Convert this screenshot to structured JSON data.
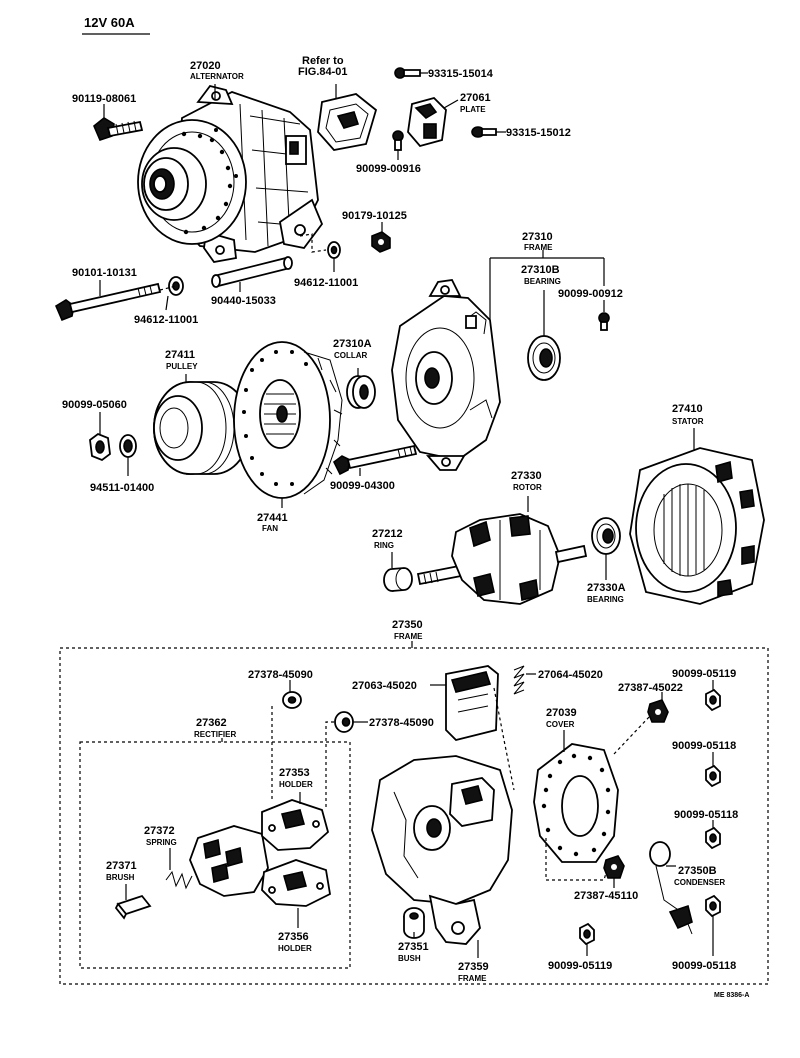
{
  "header": {
    "spec": "12V 60A"
  },
  "reference": {
    "line1": "Refer to",
    "line2": "FIG.84-01"
  },
  "parts": {
    "alternator": {
      "num": "27020",
      "name": "ALTERNATOR"
    },
    "plate": {
      "num": "27061",
      "name": "PLATE"
    },
    "bolt_90119": {
      "num": "90119-08061"
    },
    "screw_93315_15014": {
      "num": "93315-15014"
    },
    "screw_93315_15012": {
      "num": "93315-15012"
    },
    "screw_90099_00916": {
      "num": "90099-00916"
    },
    "nut_90179": {
      "num": "90179-10125"
    },
    "bolt_90101": {
      "num": "90101-10131"
    },
    "washer_94612_a": {
      "num": "94612-11001"
    },
    "washer_94612_b": {
      "num": "94612-11001"
    },
    "collar_90440": {
      "num": "90440-15033"
    },
    "frame_27310": {
      "num": "27310",
      "name": "FRAME"
    },
    "bearing_27310b": {
      "num": "27310B",
      "name": "BEARING"
    },
    "screw_90099_00912": {
      "num": "90099-00912"
    },
    "pulley": {
      "num": "27411",
      "name": "PULLEY"
    },
    "collar_27310a": {
      "num": "27310A",
      "name": "COLLAR"
    },
    "nut_90099_05060": {
      "num": "90099-05060"
    },
    "washer_94511": {
      "num": "94511-01400"
    },
    "fan": {
      "num": "27441",
      "name": "FAN"
    },
    "bolt_90099_04300": {
      "num": "90099-04300"
    },
    "stator": {
      "num": "27410",
      "name": "STATOR"
    },
    "rotor": {
      "num": "27330",
      "name": "ROTOR"
    },
    "ring": {
      "num": "27212",
      "name": "RING"
    },
    "bearing_27330a": {
      "num": "27330A",
      "name": "BEARING"
    },
    "frame_27350": {
      "num": "27350",
      "name": "FRAME"
    },
    "insulator_27378_a": {
      "num": "27378-45090"
    },
    "insulator_27378_b": {
      "num": "27378-45090"
    },
    "part_27063": {
      "num": "27063-45020"
    },
    "part_27064": {
      "num": "27064-45020"
    },
    "part_27387_45022": {
      "num": "27387-45022"
    },
    "nut_05119_a": {
      "num": "90099-05119"
    },
    "rectifier": {
      "num": "27362",
      "name": "RECTIFIER"
    },
    "cover": {
      "num": "27039",
      "name": "COVER"
    },
    "nut_05118_a": {
      "num": "90099-05118"
    },
    "holder_27353": {
      "num": "27353",
      "name": "HOLDER"
    },
    "spring": {
      "num": "27372",
      "name": "SPRING"
    },
    "brush": {
      "num": "27371",
      "name": "BRUSH"
    },
    "nut_05118_b": {
      "num": "90099-05118"
    },
    "condenser": {
      "num": "27350B",
      "name": "CONDENSER"
    },
    "part_27387_45110": {
      "num": "27387-45110"
    },
    "holder_27356": {
      "num": "27356",
      "name": "HOLDER"
    },
    "bush": {
      "num": "27351",
      "name": "BUSH"
    },
    "frame_27359": {
      "num": "27359",
      "name": "FRAME"
    },
    "nut_05119_b": {
      "num": "90099-05119"
    },
    "nut_05118_c": {
      "num": "90099-05118"
    }
  },
  "footer": {
    "stamp": "ME 8386-A"
  }
}
